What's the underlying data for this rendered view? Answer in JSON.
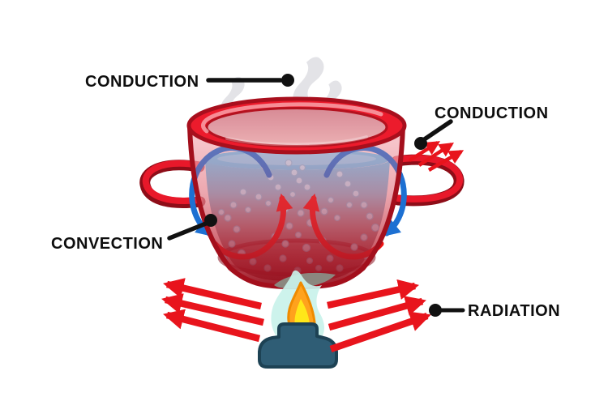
{
  "diagram": {
    "labels": {
      "conduction_top": "CONDUCTION",
      "conduction_right": "CONDUCTION",
      "convection": "CONVECTION",
      "radiation": "RADIATION"
    },
    "colors": {
      "background": "#ffffff",
      "label_text": "#0e0e0e",
      "leader": "#111111",
      "arrow_red": "#e8141c",
      "pot_red": "#ec1b2c",
      "pot_outline": "#a30f1c",
      "rim_inner_pink": "#e0a0a8",
      "water_top": "#6fc3ee",
      "water_bottom": "#9c4a50",
      "convection_hot": "#ee1111",
      "convection_cool": "#1d70d2",
      "bubble": "#bfe3f7",
      "steam": "#e3e3e7",
      "smoke": "#8a8d84",
      "flame_outer": "#c9f2ea",
      "flame_mid": "#ffa21d",
      "flame_core": "#ffe719",
      "burner": "#2f5d75",
      "burner_outline": "#1d4254"
    }
  }
}
